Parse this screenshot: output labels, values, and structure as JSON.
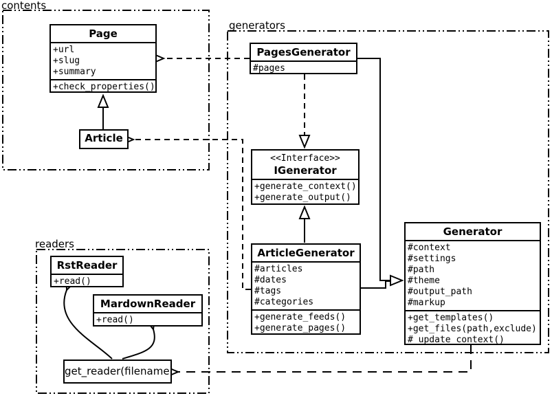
{
  "diagram_type": "uml_class_diagram",
  "colors": {
    "line": "#000000",
    "background": "#ffffff"
  },
  "packages": {
    "contents": {
      "label": "contents"
    },
    "generators": {
      "label": "generators"
    },
    "readers": {
      "label": "readers"
    }
  },
  "classes": {
    "page": {
      "name": "Page",
      "attributes": [
        "+url",
        "+slug",
        "+summary"
      ],
      "methods": [
        "+check_properties()"
      ]
    },
    "article": {
      "name": "Article"
    },
    "pages_generator": {
      "name": "PagesGenerator",
      "attributes": [
        "#pages"
      ]
    },
    "igenerator": {
      "stereotype": "<<Interface>>",
      "name": "IGenerator",
      "methods": [
        "+generate_context()",
        "+generate_output()"
      ]
    },
    "article_generator": {
      "name": "ArticleGenerator",
      "attributes": [
        "#articles",
        "#dates",
        "#tags",
        "#categories"
      ],
      "methods": [
        "+generate_feeds()",
        "+generate_pages()"
      ]
    },
    "generator": {
      "name": "Generator",
      "attributes": [
        "#context",
        "#settings",
        "#path",
        "#theme",
        "#output_path",
        "#markup"
      ],
      "methods": [
        "+get_templates()",
        "+get_files(path,exclude)",
        "#_update_context()"
      ]
    },
    "rst_reader": {
      "name": "RstReader",
      "methods": [
        "+read()"
      ]
    },
    "mardown_reader": {
      "name": "MardownReader",
      "methods": [
        "+read()"
      ]
    },
    "get_reader": {
      "name": "get_reader(filename)"
    }
  },
  "relationships": [
    {
      "from": "Article",
      "to": "Page",
      "type": "inheritance"
    },
    {
      "from": "PagesGenerator",
      "to": "Page",
      "type": "dependency"
    },
    {
      "from": "ArticleGenerator",
      "to": "Article",
      "type": "dependency"
    },
    {
      "from": "PagesGenerator",
      "to": "IGenerator",
      "type": "realization"
    },
    {
      "from": "ArticleGenerator",
      "to": "IGenerator",
      "type": "inheritance"
    },
    {
      "from": "PagesGenerator",
      "to": "Generator",
      "type": "inheritance"
    },
    {
      "from": "ArticleGenerator",
      "to": "Generator",
      "type": "inheritance"
    },
    {
      "from": "Generator",
      "to": "get_reader(filename)",
      "type": "dependency"
    },
    {
      "from": "get_reader(filename)",
      "to": "RstReader",
      "type": "call"
    },
    {
      "from": "get_reader(filename)",
      "to": "MardownReader",
      "type": "call"
    }
  ]
}
